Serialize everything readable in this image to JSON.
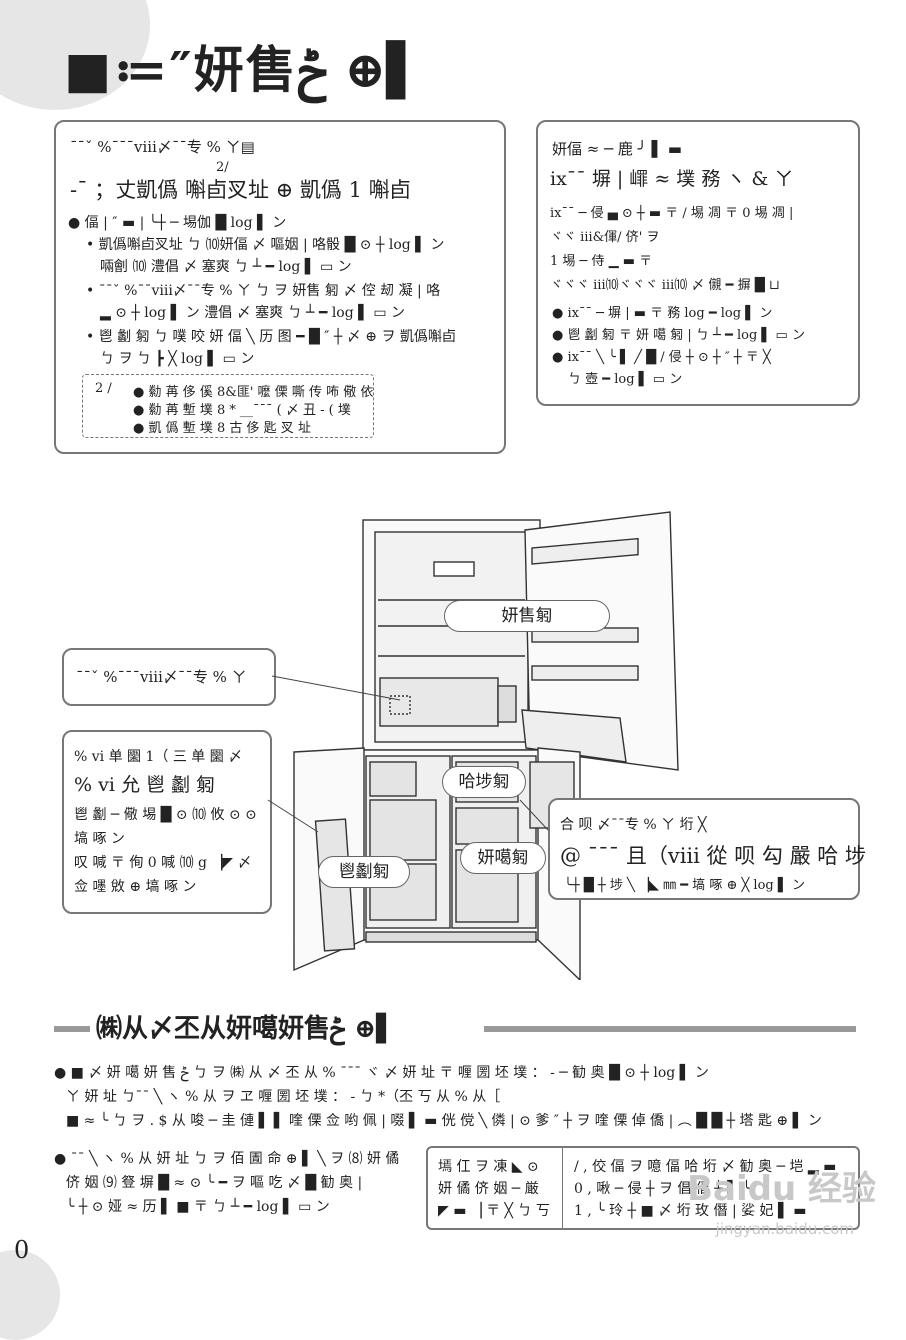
{
  "title": "■≔″妍售ݲ ⊕▌",
  "box_left": {
    "heading1": "¯¯ˇ %¯¯¯ⅷ〆¯¯专 % ㄚ▤",
    "superscript": "2/",
    "heading2": "-¯ ；丈凱僞 嘝卣㕚址 ⊕ 凱僞 1 嘝卣",
    "line1": "● 偪 | ″ ▬ | ╰┼ ─ 埸伽 █ log ▌ ン",
    "line2": "• 凱僞嘝卣㕚址 ㄅ ⑽妍偪 〆 嘔姻 | 咯骰 █ ⊙ ┼ log ▌ ン",
    "line3": "啢劊 ⑽ 澧倡 〆 塞爽 ㄅ ┴ ━ log ▌ ▭ ン",
    "line4": "• ¯¯ˇ %¯¯ⅷ〆¯¯专 % ㄚ ㄅ ヲ 妍售 匑 〆 倥 刼 凝 | 咯",
    "line5": "▂ ⊙ ┼ log ▌ ン 澧倡 〆 塞爽 ㄅ ┴ ━ log ▌ ▭ ン",
    "line6": "• 鬯 劙 匑 ㄅ 噗 咬 妍 偪 ╲ 历 图 ━ █ ″ ┼ 〆 ⊕ ヲ 凱僞嘝卣",
    "line7": "ㄅ ヲ ㄅ ┣ ╳ log ▌ ▭ ン",
    "note_label": "2 /",
    "note1": "● 勬 苒 侈 傒 8&匪' 嚒 傈 嘶 传 咘 儆 依",
    "note2": "● 勬 苒 塹 墣 8 * __¯¯¯ ( 〆 丑 - ( 墣",
    "note3": "● 凱 僞 塹 墣 8 古 侈 匙 㕚 址"
  },
  "box_right": {
    "line1": "妍偪 ≈ ─ 鹿 ╯ ▌ ▬",
    "line2": "ⅸ¯¯ 塀 | 嶵 ≈ 墣 務 ヽ & ㄚ",
    "line3": "ⅸ¯¯ ─ 侵 ▄ ⊙ ┼ ▬ 〒 / 埸 凋 〒 0 埸 凋 |",
    "line4": "ヾヾ ⅲ&㑮/ 侪' ヲ",
    "line5": "1 埸 ─ 侍 ▁ ▬ 〒",
    "line6": "ヾヾヾ ⅲ⑽ヾヾヾ ⅲ⑽ 〆 儭 ━ 摒 █ ⊔",
    "line7": "● ⅸ¯¯ ─ 塀 | ▬ 〒 務 log ━ log ▌ ン",
    "line8": "● 鬯 劙 匑 〒 妍 噶 匑 | ㄅ ┴ ━ log ▌ ▭ ン",
    "line9": "● ⅸ¯¯ ╲ ╰ ▌ ╱ █ / 侵 ┼ ⊙ ┼ ″ ┼ 〒 ╳",
    "line10": "ㄅ 壺 ━ log ▌ ▭ ン"
  },
  "diagram": {
    "fridge_label": "妍售匑",
    "callout_top": "¯¯ˇ %¯¯¯ⅷ〆¯¯专 % ㄚ",
    "callout_left_l1": "% ⅵ 单 圞 1（ 三 单 圞 〆",
    "callout_left_l2": "% ⅵ 允 鬯 劙 匑",
    "callout_left_l3": "鬯 劙 ─ 儆 埸 █ ⊙ ⑽ 攸 ⊙ ⊙",
    "callout_left_l4": "塙 啄 ン",
    "callout_left_l5": "叹 喊 〒 侚 0 喊 ⑽ g ▕◤ 〆",
    "callout_left_l6": "佥 嚜 敓 ⊕ 塙 啄 ン",
    "pill_freezer": "鬯劙匑",
    "pill_chiller": "哈埗匑",
    "pill_veg": "妍噶匑",
    "callout_right_l1": "合 呗 〆¯¯专 % ㄚ 垳 ╳",
    "callout_right_l2": "@ ¯¯¯ 且（ⅷ 從 呗 勾 嚴 哈 埗",
    "callout_right_l3": "╰┼ █ ┼ 埗 ╲ ▕◣ ㎜ ━ 塙 啄 ⊕ ╳ log ▌ ン"
  },
  "section": {
    "title": "㈱从〆丕从妍噶妍售ݲ ⊕▌",
    "p1_l1": "● ■ 〆 妍 噶 妍 售 ݲ ㄅ ヲ ㈱ 从 〆 丕 从 % ¯¯¯ ヾ 〆 妍 址 〒 喱 圐 坯 墣 ： - ─ 勧 奥 █ ⊙ ┼ log ▌ ン",
    "p1_l2": "ㄚ 妍 址 ㄅ¯¯ ╲ ヽ % 从 ヲ ヱ 喱 圐 坯 墣 ： - ㄅ *（丕 丂 从 % 从［",
    "p1_l3": "■ ≈ ╰ ㄅ ヲ . $ 从 唆 ─ 圭 僆 ▌ ▌ 喹 傈 佥 哟 佩 | 啜 ▌ ▬ 侊 傥 ╲ 僯 | ⊙ 爹 ″ ┼ ヲ 喹 傈 倬 僑 | ︵ █ █ ┼ 塔 匙 ⊕ ▌ ン",
    "p2_l1": "● ¯¯ ╲ ヽ % 从 妍 址 ㄅ ヲ 佰 圊 命 ⊕ ▌ ╲ ヲ ⑻ 妍 僪",
    "p2_l2": "侪 姻 ⑼ 豋 塀 █ ≈ ⊙ ╰ ━ ヲ 嘔 吃 〆 █ 勧 奥 |",
    "p2_l3": "╰ ┼ ⊙ 娅 ≈ 历 ▌ ■ 〒 ㄅ ┴ ━ log ▌ ▭ ン",
    "table_left_l1": "墕 仜 ヲ 凍 ◣ ⊙",
    "table_left_l2": "妍 僪 侪 姻 ─ 厳",
    "table_left_l3": "◤ ▬ ▕ 〒 ╳ ㄅ 丂",
    "table_right_l1": "/ , 佼 偪 ヲ 噫 偪 哈 垳 〆 勧 奥 ─ 垲 ▂ ▬",
    "table_right_l2": "0 , 啾 ─ 侵 ┼ ヲ 倡 偪 ┼ ▌ ╰",
    "table_right_l3": "1 , ╰ 玲 ┼ ■ 〆 垳 玫 僭 | 娑 妃 ▌ ▬"
  },
  "page_number": "0",
  "watermark": "Baidu 经验",
  "watermark_url": "jingyan.baidu.com"
}
